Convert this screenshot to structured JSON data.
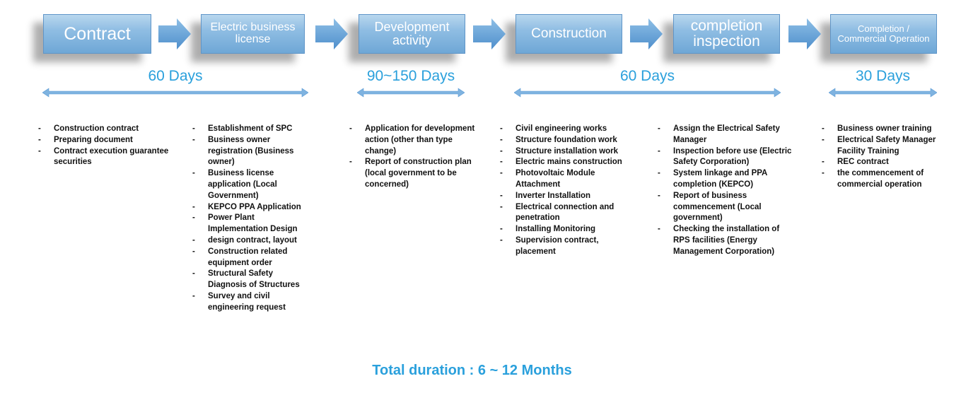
{
  "stages": [
    {
      "label": "Contract"
    },
    {
      "label": "Electric business license"
    },
    {
      "label": "Development activity"
    },
    {
      "label": "Construction"
    },
    {
      "label": "completion inspection"
    },
    {
      "label": "Completion / Commercial Operation"
    }
  ],
  "durations": [
    {
      "label": "60 Days"
    },
    {
      "label": "90~150 Days"
    },
    {
      "label": "60 Days"
    },
    {
      "label": "30 Days"
    }
  ],
  "tasks": [
    [
      "Construction contract",
      "Preparing document",
      "Contract execution guarantee securities"
    ],
    [
      "Establishment of SPC",
      "Business owner registration (Business owner)",
      "Business license application (Local Government)",
      "KEPCO PPA Application",
      "Power Plant Implementation Design",
      "design contract, layout",
      "Construction related equipment order",
      "Structural Safety Diagnosis of Structures",
      "Survey and civil engineering request"
    ],
    [
      "Application for development action (other than type change)",
      "Report of construction plan (local government to be concerned)"
    ],
    [
      "Civil engineering works",
      "Structure foundation work",
      "Structure installation work",
      "Electric mains construction",
      "Photovoltaic Module Attachment",
      "Inverter Installation",
      "Electrical connection and penetration",
      "Installing Monitoring",
      "Supervision contract, placement"
    ],
    [
      "Assign the Electrical Safety Manager",
      "Inspection before use (Electric Safety Corporation)",
      "System linkage and PPA completion (KEPCO)",
      "Report of business commencement (Local government)",
      "Checking the installation of RPS facilities (Energy Management Corporation)"
    ],
    [
      "Business owner training",
      "Electrical Safety Manager Facility Training",
      "REC contract",
      "the commencement of commercial operation"
    ]
  ],
  "total": "Total duration : 6 ~ 12 Months",
  "colors": {
    "stage_fill": "#8fbde3",
    "arrow_fill": "#5b9bd5",
    "accent_text": "#2aa0dc"
  }
}
